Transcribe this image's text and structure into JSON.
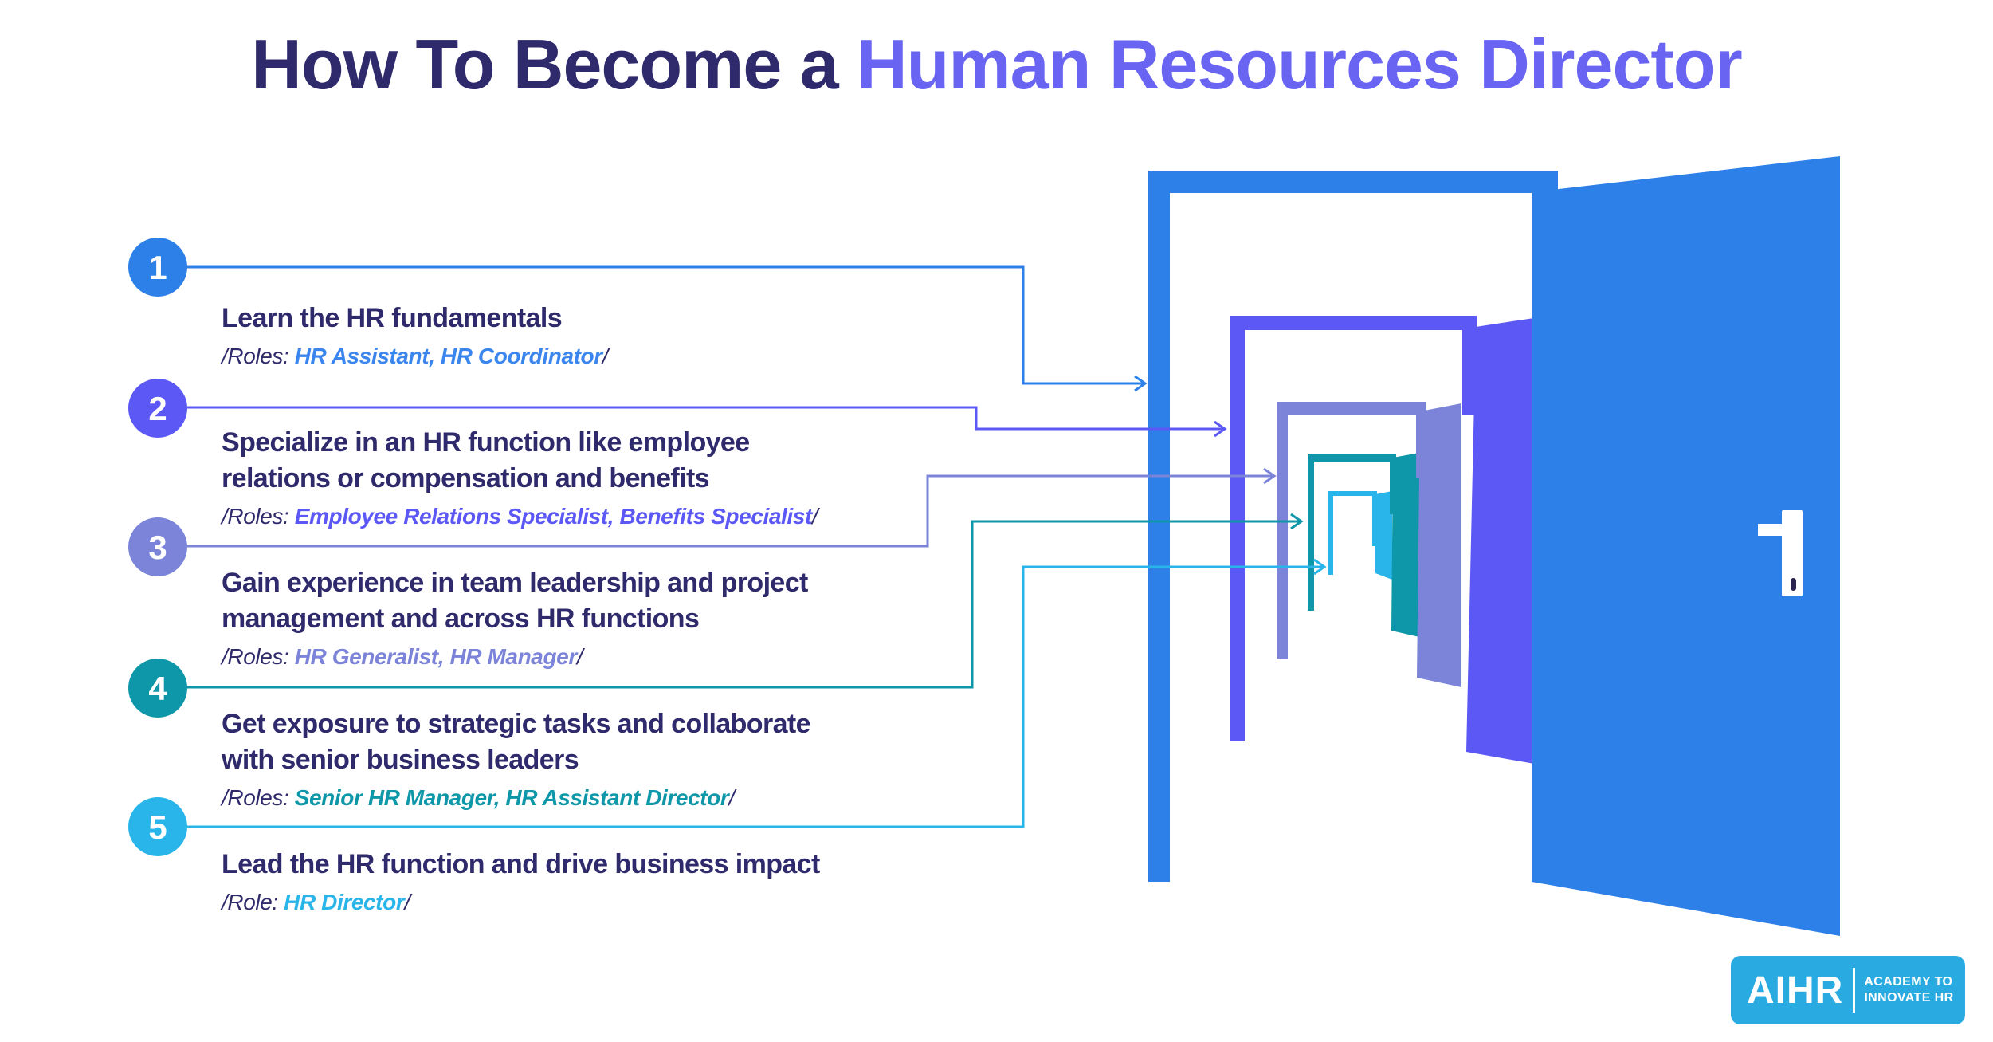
{
  "title": {
    "regular": "How To Become a ",
    "highlight": "Human Resources Director",
    "regular_color": "#2F2A6B",
    "highlight_color": "#6965F2"
  },
  "steps": [
    {
      "number": "1",
      "color": "#2E80E9",
      "title_lines": [
        "Learn the HR fundamentals"
      ],
      "roles_prefix": "/Roles: ",
      "roles": "HR Assistant, HR Coordinator",
      "roles_suffix": "/"
    },
    {
      "number": "2",
      "color": "#5C58F5",
      "title_lines": [
        "Specialize in an HR function like employee",
        "relations or compensation and benefits"
      ],
      "roles_prefix": "/Roles: ",
      "roles": "Employee Relations Specialist, Benefits Specialist",
      "roles_suffix": "/"
    },
    {
      "number": "3",
      "color": "#7B84D9",
      "title_lines": [
        "Gain experience in team leadership and project",
        "management and across HR functions"
      ],
      "roles_prefix": "/Roles: ",
      "roles": "HR Generalist, HR Manager",
      "roles_suffix": "/"
    },
    {
      "number": "4",
      "color": "#0D97A8",
      "title_lines": [
        "Get exposure to strategic tasks and collaborate",
        "with senior business leaders"
      ],
      "roles_prefix": "/Roles: ",
      "roles": "Senior HR Manager, HR Assistant Director",
      "roles_suffix": "/"
    },
    {
      "number": "5",
      "color": "#29B5EA",
      "title_lines": [
        "Lead the HR function and drive business impact"
      ],
      "roles_prefix": "/Role: ",
      "roles": "HR Director",
      "roles_suffix": "/"
    }
  ],
  "illustration": {
    "name": "nested-open-doors",
    "colors": {
      "door1": "#2E80E9",
      "door2": "#5C58F5",
      "door3": "#7B84D9",
      "door4": "#0D97A8",
      "door5": "#29B5EA"
    },
    "handle_color": "#FFFFFF",
    "keyhole_color": "#2A2550"
  },
  "logo": {
    "brand": "AIHR",
    "tagline_line1": "ACADEMY TO",
    "tagline_line2": "INNOVATE HR",
    "background": "#29ABE2",
    "text_color": "#FFFFFF"
  }
}
